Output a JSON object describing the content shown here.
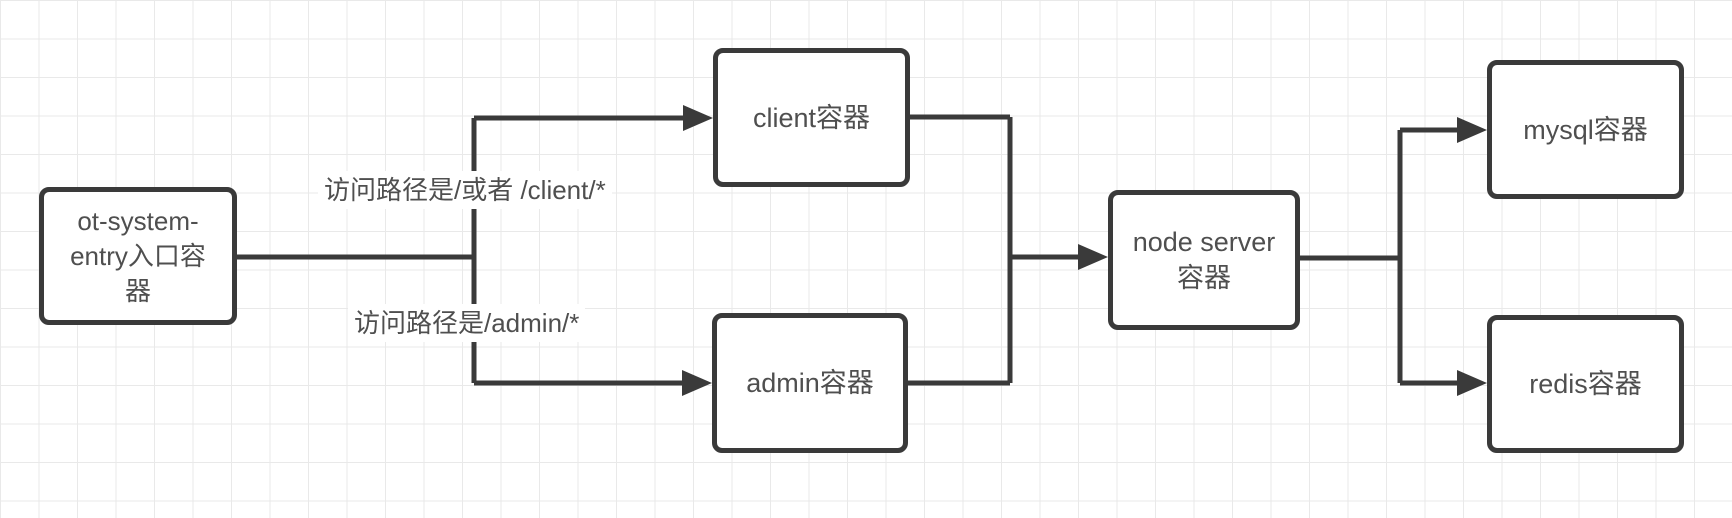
{
  "diagram": {
    "nodes": {
      "entry": {
        "label": "ot-system-entry入口容器",
        "lines": [
          "ot-system-",
          "entry入口容",
          "器"
        ]
      },
      "client": {
        "label": "client容器"
      },
      "admin": {
        "label": "admin容器"
      },
      "node_server": {
        "label": "node server 容器",
        "lines": [
          "node server",
          "容器"
        ]
      },
      "mysql": {
        "label": "mysql容器"
      },
      "redis": {
        "label": "redis容器"
      }
    },
    "edge_labels": {
      "to_client": "访问路径是/或者 /client/*",
      "to_admin": "访问路径是/admin/*"
    },
    "colors": {
      "line": "#3a3a3a",
      "box_border": "#3a3a3a",
      "box_fill": "#ffffff",
      "text": "#4f4f4f",
      "grid_line": "#e9e9e9",
      "background": "#ffffff"
    }
  }
}
